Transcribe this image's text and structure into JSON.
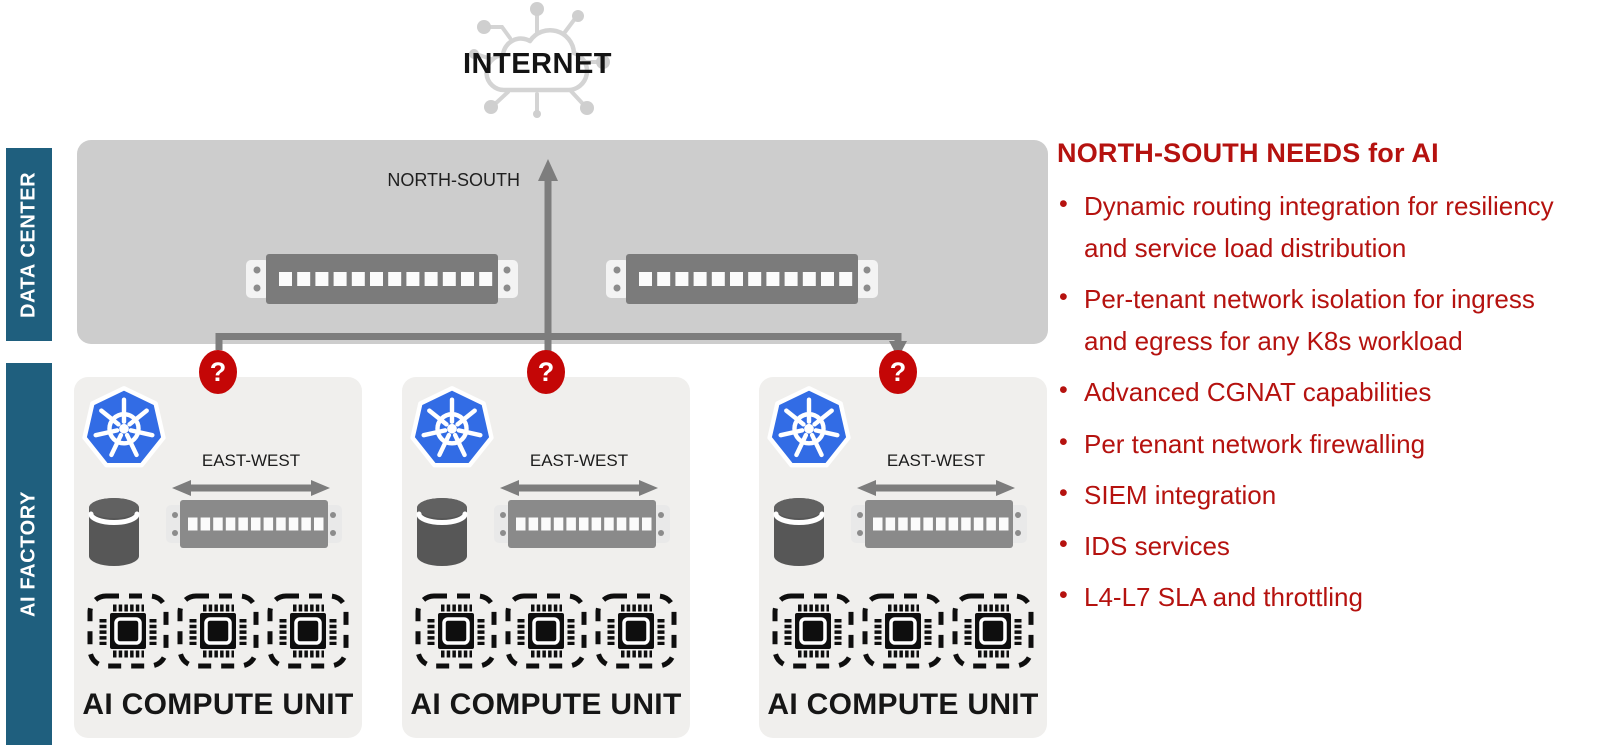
{
  "internet": {
    "label": "INTERNET"
  },
  "sidebar": {
    "data_center_label": "DATA CENTER",
    "ai_factory_label": "AI FACTORY"
  },
  "data_center": {
    "north_south_label": "NORTH-SOUTH"
  },
  "compute_unit": {
    "east_west_label": "EAST-WEST",
    "title": "AI COMPUTE UNIT",
    "question_mark": "?",
    "count": 3,
    "chips_per_unit": 3
  },
  "panel": {
    "heading": "NORTH-SOUTH NEEDS for AI",
    "bullets": [
      "Dynamic routing integration for resiliency and service load distribution",
      "Per-tenant network isolation for ingress and egress for any K8s workload",
      "Advanced CGNAT capabilities",
      "Per tenant network firewalling",
      "SIEM integration",
      "IDS services",
      "L4-L7 SLA and throttling"
    ]
  },
  "icons": {
    "internet": "cloud-network-icon",
    "orchestrator": "kubernetes-icon",
    "storage": "database-cylinder-icon",
    "network": "switch-icon",
    "accelerator": "gpu-chip-icon",
    "unknown": "question-badge"
  },
  "colors": {
    "accent_teal": "#1F5F7E",
    "red_text": "#B5120F",
    "badge_red": "#C40606",
    "k8s_blue": "#326CE5",
    "dc_box_gray": "#CDCDCD",
    "unit_box_gray": "#F0EFED",
    "line_gray": "#7D7D7D"
  }
}
